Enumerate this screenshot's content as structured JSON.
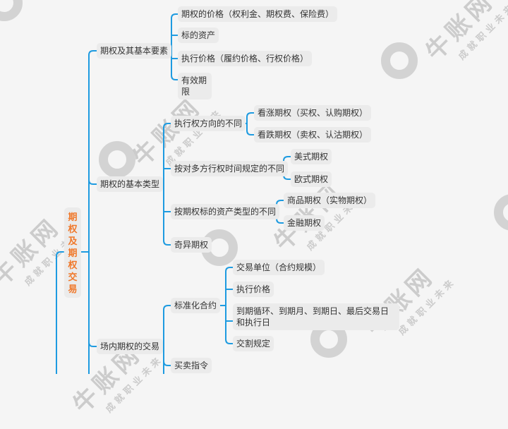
{
  "watermark": {
    "brand": "牛账网",
    "slogan": "成就职业未来"
  },
  "colors": {
    "line": "#1e9be0",
    "root_text": "#f0782a",
    "node_bg": "#ebebeb",
    "background": "#f5f5f5"
  },
  "root": {
    "label": "期权及期权交易"
  },
  "branches": [
    {
      "label": "期权及其基本要素",
      "children": [
        {
          "label": "期权的价格（权利金、期权费、保险费）"
        },
        {
          "label": "标的资产"
        },
        {
          "label": "执行价格（履约价格、行权价格）"
        },
        {
          "label": "有效期限"
        }
      ]
    },
    {
      "label": "期权的基本类型",
      "children": [
        {
          "label": "执行权方向的不同",
          "children": [
            {
              "label": "看涨期权（买权、认购期权）"
            },
            {
              "label": "看跌期权（卖权、认沽期权）"
            }
          ]
        },
        {
          "label": "按对多方行权时间规定的不同",
          "children": [
            {
              "label": "美式期权"
            },
            {
              "label": "欧式期权"
            }
          ]
        },
        {
          "label": "按期权标的资产类型的不同",
          "children": [
            {
              "label": "商品期权（实物期权）"
            },
            {
              "label": "金融期权"
            }
          ]
        },
        {
          "label": "奇异期权"
        }
      ]
    },
    {
      "label": "场内期权的交易",
      "children": [
        {
          "label": "标准化合约",
          "children": [
            {
              "label": "交易单位（合约规模）"
            },
            {
              "label": "执行价格"
            },
            {
              "label": "到期循环、到期月、到期日、最后交易日和执行日"
            },
            {
              "label": "交割规定"
            }
          ]
        },
        {
          "label": "买卖指令"
        }
      ]
    }
  ]
}
